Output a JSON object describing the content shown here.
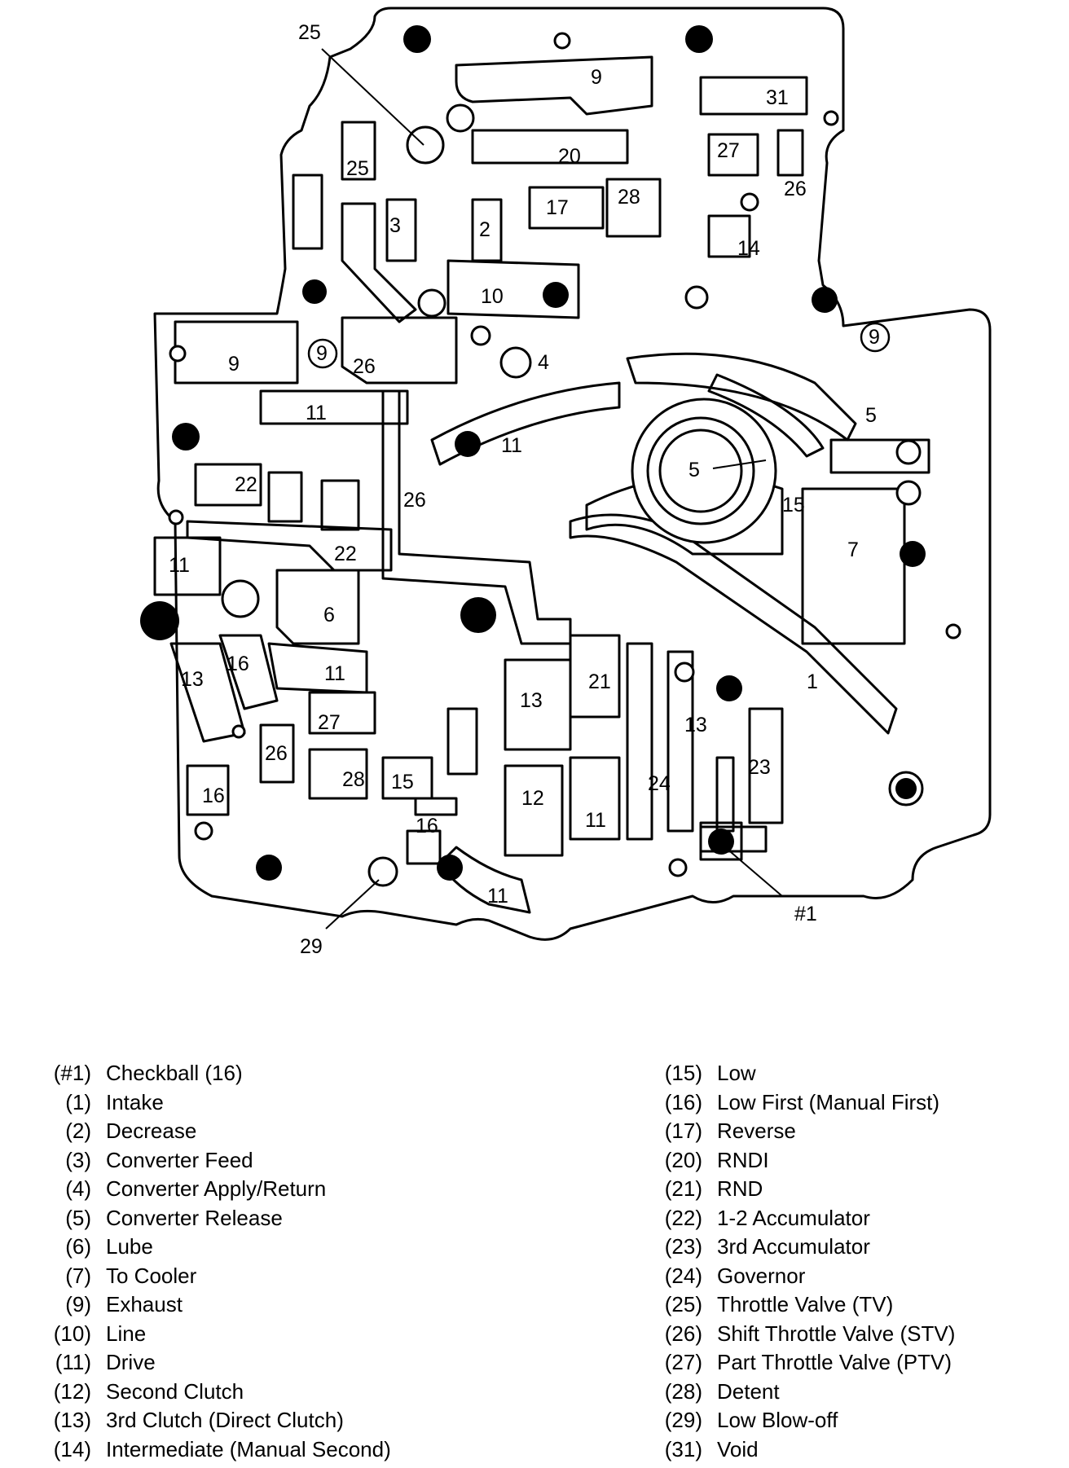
{
  "callouts": {
    "top": "25",
    "bottom_left": "29",
    "bottom_right": "#1"
  },
  "labels": {
    "l9a": "9",
    "l31": "31",
    "l20": "20",
    "l25": "25",
    "l27a": "27",
    "l26a": "26",
    "l3": "3",
    "l2": "2",
    "l17": "17",
    "l28a": "28",
    "l14": "14",
    "l10": "10",
    "l9b": "9",
    "l9c": "9",
    "l26b": "26",
    "l4": "4",
    "l9d": "9",
    "l11a": "11",
    "l11b": "11",
    "l5a": "5",
    "l5b": "5",
    "l22a": "22",
    "l26c": "26",
    "l15a": "15",
    "l7": "7",
    "l22b": "22",
    "l11c": "11",
    "l6": "6",
    "l16a": "16",
    "l13a": "13",
    "l11d": "11",
    "l13b": "13",
    "l21": "21",
    "l1": "1",
    "l13c": "13",
    "l27b": "27",
    "l23": "23",
    "l26d": "26",
    "l28b": "28",
    "l15b": "15",
    "l12": "12",
    "l24": "24",
    "l16b": "16",
    "l16c": "16",
    "l11e": "11",
    "l11f": "11"
  },
  "legend": {
    "left": [
      {
        "num": "(#1)",
        "text": "Checkball (16)"
      },
      {
        "num": "(1)",
        "text": "Intake"
      },
      {
        "num": "(2)",
        "text": "Decrease"
      },
      {
        "num": "(3)",
        "text": "Converter Feed"
      },
      {
        "num": "(4)",
        "text": "Converter Apply/Return"
      },
      {
        "num": "(5)",
        "text": "Converter Release"
      },
      {
        "num": "(6)",
        "text": "Lube"
      },
      {
        "num": "(7)",
        "text": "To Cooler"
      },
      {
        "num": "(9)",
        "text": "Exhaust"
      },
      {
        "num": "(10)",
        "text": "Line"
      },
      {
        "num": "(11)",
        "text": "Drive"
      },
      {
        "num": "(12)",
        "text": "Second Clutch"
      },
      {
        "num": "(13)",
        "text": "3rd Clutch (Direct Clutch)"
      },
      {
        "num": "(14)",
        "text": "Intermediate (Manual Second)"
      }
    ],
    "right": [
      {
        "num": "(15)",
        "text": "Low"
      },
      {
        "num": "(16)",
        "text": "Low First (Manual First)"
      },
      {
        "num": "(17)",
        "text": "Reverse"
      },
      {
        "num": "(20)",
        "text": "RNDI"
      },
      {
        "num": "(21)",
        "text": "RND"
      },
      {
        "num": "(22)",
        "text": "1-2 Accumulator"
      },
      {
        "num": "(23)",
        "text": "3rd Accumulator"
      },
      {
        "num": "(24)",
        "text": "Governor"
      },
      {
        "num": "(25)",
        "text": "Throttle Valve (TV)"
      },
      {
        "num": "(26)",
        "text": "Shift Throttle Valve (STV)"
      },
      {
        "num": "(27)",
        "text": "Part Throttle Valve (PTV)"
      },
      {
        "num": "(28)",
        "text": "Detent"
      },
      {
        "num": "(29)",
        "text": "Low Blow-off"
      },
      {
        "num": "(31)",
        "text": "Void"
      }
    ]
  }
}
